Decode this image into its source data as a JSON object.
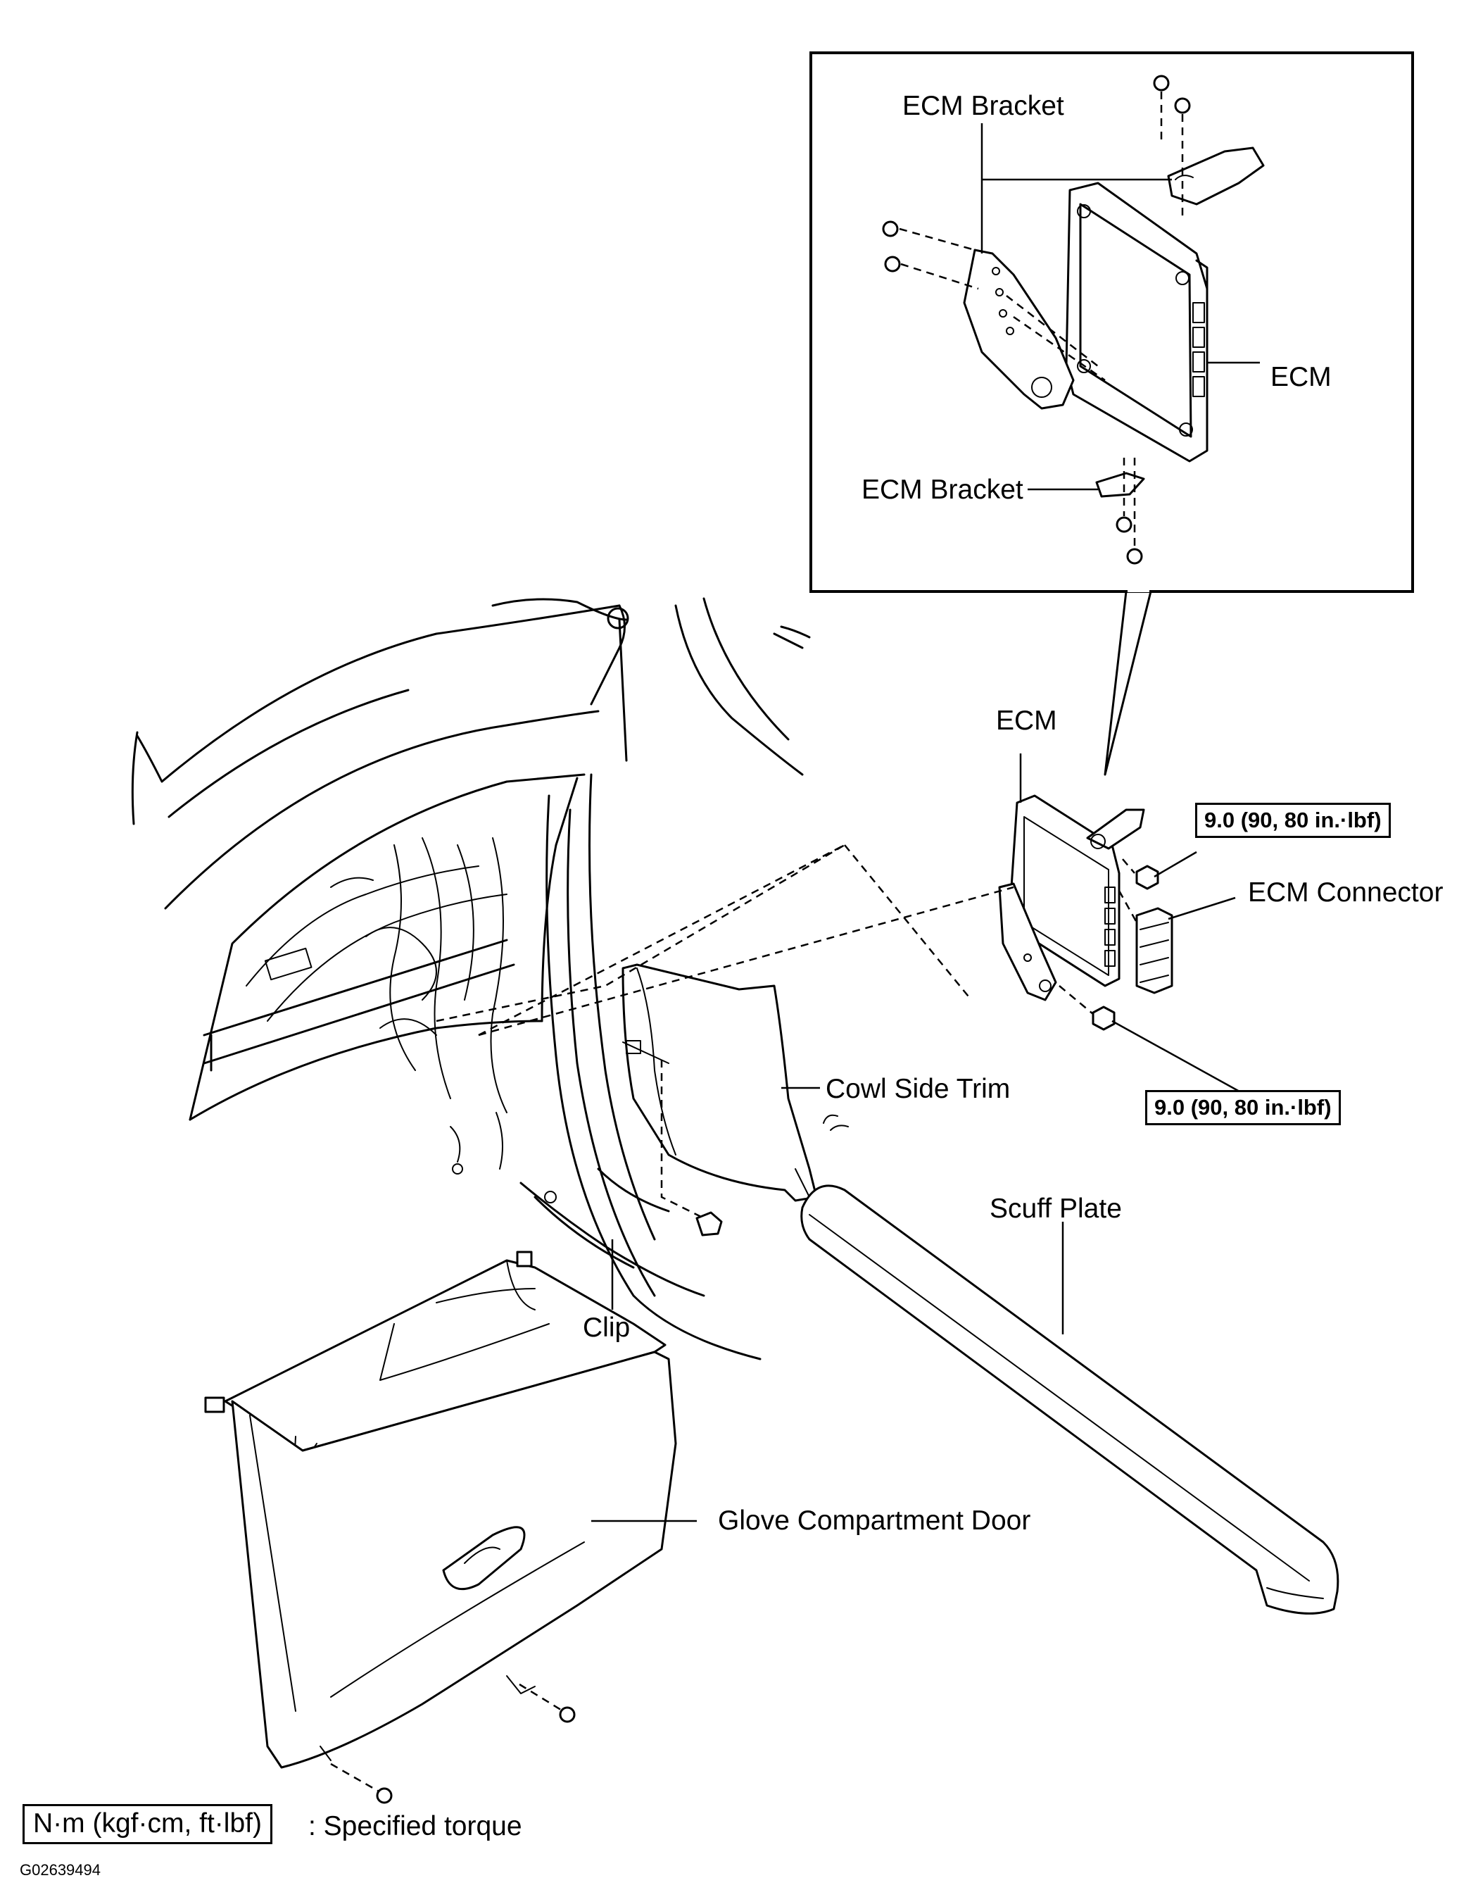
{
  "labels": {
    "ecm_bracket_top": "ECM Bracket",
    "ecm_inset": "ECM",
    "ecm_bracket_bottom": "ECM Bracket",
    "ecm_main": "ECM",
    "ecm_connector": "ECM Connector",
    "cowl_side_trim": "Cowl Side Trim",
    "scuff_plate": "Scuff Plate",
    "clip": "Clip",
    "glove_compartment_door": "Glove Compartment Door"
  },
  "torque_specs": {
    "upper": "9.0 (90, 80 in.·lbf)",
    "lower": "9.0 (90, 80 in.·lbf)"
  },
  "legend": {
    "unit_box": "N·m (kgf·cm, ft·lbf)",
    "description": ": Specified torque"
  },
  "figure_id": "G02639494"
}
